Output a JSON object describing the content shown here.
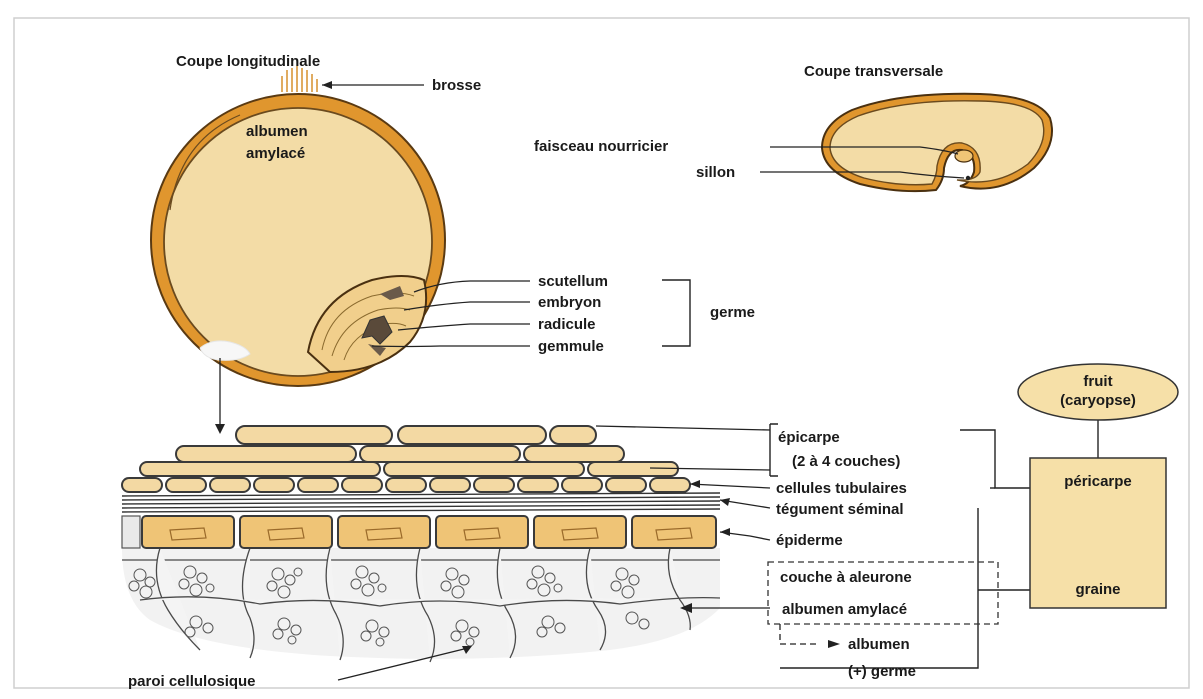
{
  "titles": {
    "longitudinal": "Coupe longitudinale",
    "transversal": "Coupe transversale"
  },
  "longitudinal": {
    "brosse": "brosse",
    "albumen_line1": "albumen",
    "albumen_line2": "amylacé",
    "scutellum": "scutellum",
    "embryon": "embryon",
    "radicule": "radicule",
    "gemmule": "gemmule",
    "germe": "germe"
  },
  "transversal": {
    "faisceau": "faisceau nourricier",
    "sillon": "sillon"
  },
  "layers": {
    "epicarpe_line1": "épicarpe",
    "epicarpe_line2": "(2 à 4 couches)",
    "cellules_tubulaires": "cellules tubulaires",
    "tegument": "tégument séminal",
    "epiderme": "épiderme",
    "aleurone": "couche à aleurone",
    "albumen_amylace": "albumen amylacé",
    "albumen": "albumen",
    "germe": "(+) germe",
    "paroi": "paroi cellulosique"
  },
  "hierarchy": {
    "fruit_line1": "fruit",
    "fruit_line2": "(caryopse)",
    "pericarpe": "péricarpe",
    "graine": "graine"
  },
  "colors": {
    "hull": "#e0962e",
    "albumen": "#f3dca6",
    "box_fill": "#f6e0a8",
    "aleurone": "#efc476",
    "line": "#222222"
  }
}
